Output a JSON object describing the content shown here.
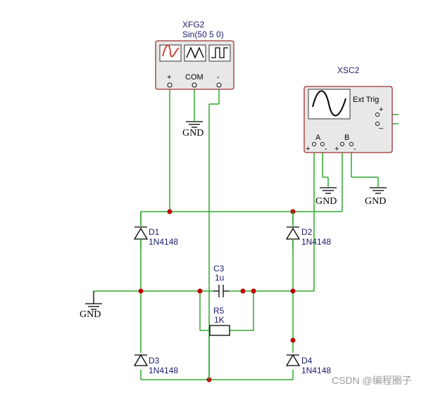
{
  "function_generator": {
    "ref": "XFG2",
    "value": "Sin(50 5 0)",
    "terminals": [
      "+",
      "COM",
      "-"
    ],
    "waveforms": [
      "sine-wave-icon",
      "triangle-wave-icon",
      "square-wave-icon"
    ]
  },
  "oscilloscope": {
    "ref": "XSC2",
    "trigger_label": "Ext Trig",
    "trigger_plus": "+",
    "trigger_minus": "_",
    "channel_a": "A",
    "channel_b": "B",
    "pin_plus": "+",
    "pin_minus": "-"
  },
  "ground_label": "GND",
  "components": {
    "d1": {
      "ref": "D1",
      "part": "1N4148"
    },
    "d2": {
      "ref": "D2",
      "part": "1N4148"
    },
    "d3": {
      "ref": "D3",
      "part": "1N4148"
    },
    "d4": {
      "ref": "D4",
      "part": "1N4148"
    },
    "c3": {
      "ref": "C3",
      "value": "1u"
    },
    "r5": {
      "ref": "R5",
      "value": "1K"
    }
  },
  "watermark": "CSDN @编程圈子",
  "colors": {
    "wire": "#2eaa2e",
    "junction": "#c00000",
    "label": "#1a1a6e",
    "instrument_border": "#a03030"
  }
}
